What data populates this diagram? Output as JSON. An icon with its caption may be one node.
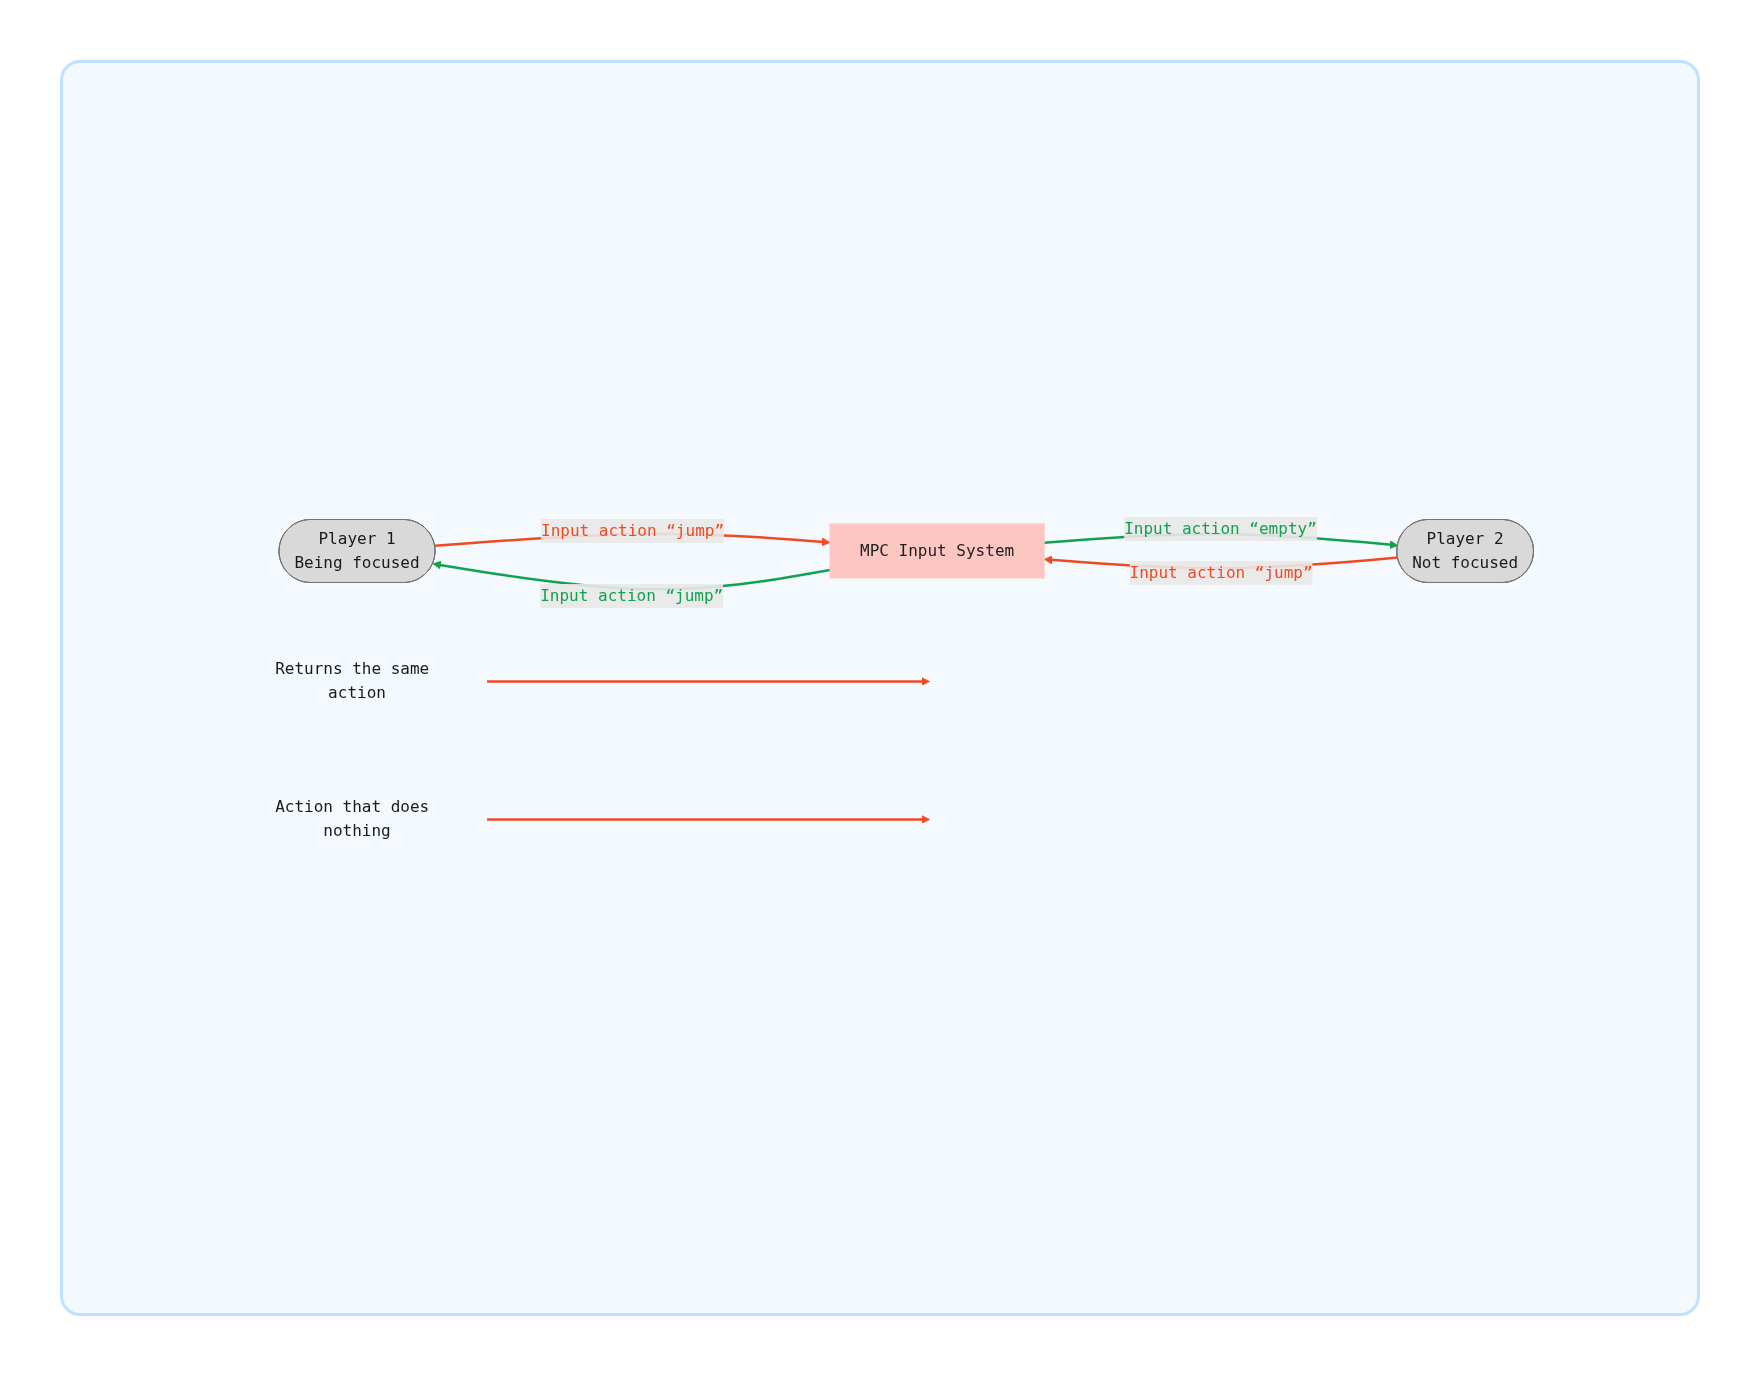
{
  "diagram": {
    "nodes": [
      {
        "text": [
          "Player 1",
          "Being focused"
        ]
      },
      {
        "text": [
          "MPC Input System"
        ]
      },
      {
        "text": [
          "Player 2",
          "Not focused"
        ]
      },
      {
        "text": [
          "Returns the same action"
        ]
      },
      {
        "text": [
          "Action that does nothing"
        ]
      }
    ],
    "edges": [
      {
        "from": 0,
        "to": 1,
        "arrow": "to",
        "label": "Input action “jump”",
        "color": "#f04a24"
      },
      {
        "from": 1,
        "to": 0,
        "arrow": "to",
        "label": "Input action “jump”",
        "color": "#12a150"
      },
      {
        "from": 2,
        "to": 1,
        "arrow": "to",
        "label": "Input action “jump”",
        "color": "#f04a24"
      },
      {
        "from": 1,
        "to": 2,
        "arrow": "to",
        "label": "Input action “empty”",
        "color": "#12a150"
      },
      {
        "from": 3,
        "to": null,
        "arrow": "to",
        "color": "#f04a24"
      },
      {
        "from": 4,
        "to": null,
        "arrow": "to",
        "color": "#f04a24"
      }
    ]
  }
}
